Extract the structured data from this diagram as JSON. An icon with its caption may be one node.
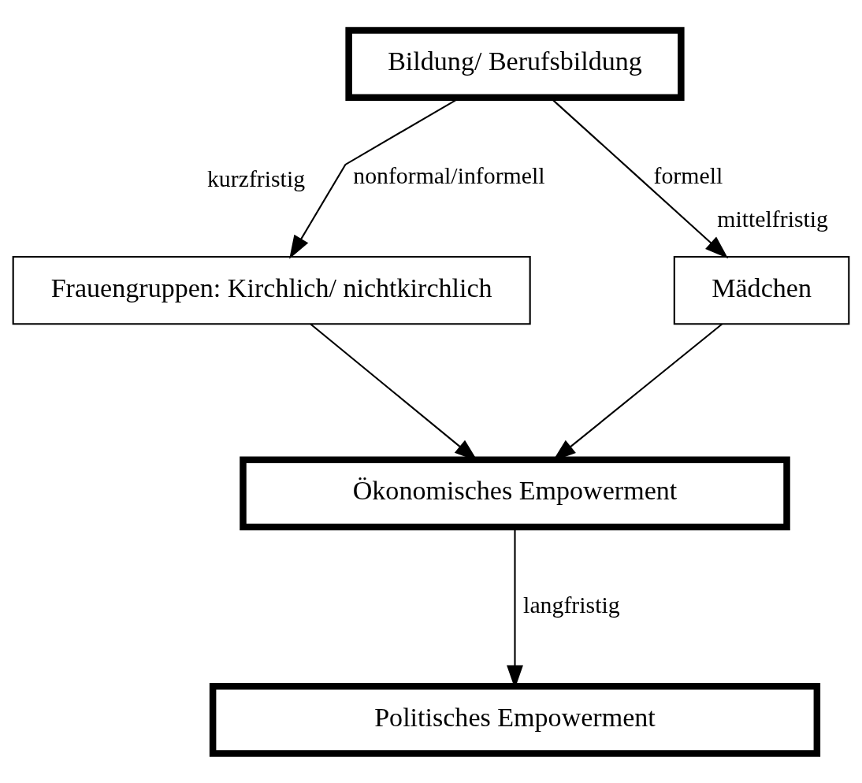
{
  "diagram": {
    "nodes": [
      {
        "text": [
          "Bildung/ Berufsbildung"
        ]
      },
      {
        "text": [
          "Frauengruppen: Kirchlich/ nichtkirchlich"
        ]
      },
      {
        "text": [
          "Mädchen"
        ]
      },
      {
        "text": [
          "Ökonomisches Empowerment"
        ]
      },
      {
        "text": [
          "Politisches Empowerment"
        ]
      }
    ],
    "edges": [
      {
        "from": 0,
        "to": 1,
        "arrow": "to",
        "label": "nonformal/informell"
      },
      {
        "from": 0,
        "to": 2,
        "arrow": "to",
        "label": "formell"
      },
      {
        "from": 1,
        "to": 3,
        "arrow": "to"
      },
      {
        "from": 2,
        "to": 3,
        "arrow": "to"
      },
      {
        "from": 3,
        "to": 4,
        "arrow": "to",
        "label": "langfristig"
      }
    ],
    "labels": [
      "kurzfristig",
      "mittelfristig"
    ]
  }
}
